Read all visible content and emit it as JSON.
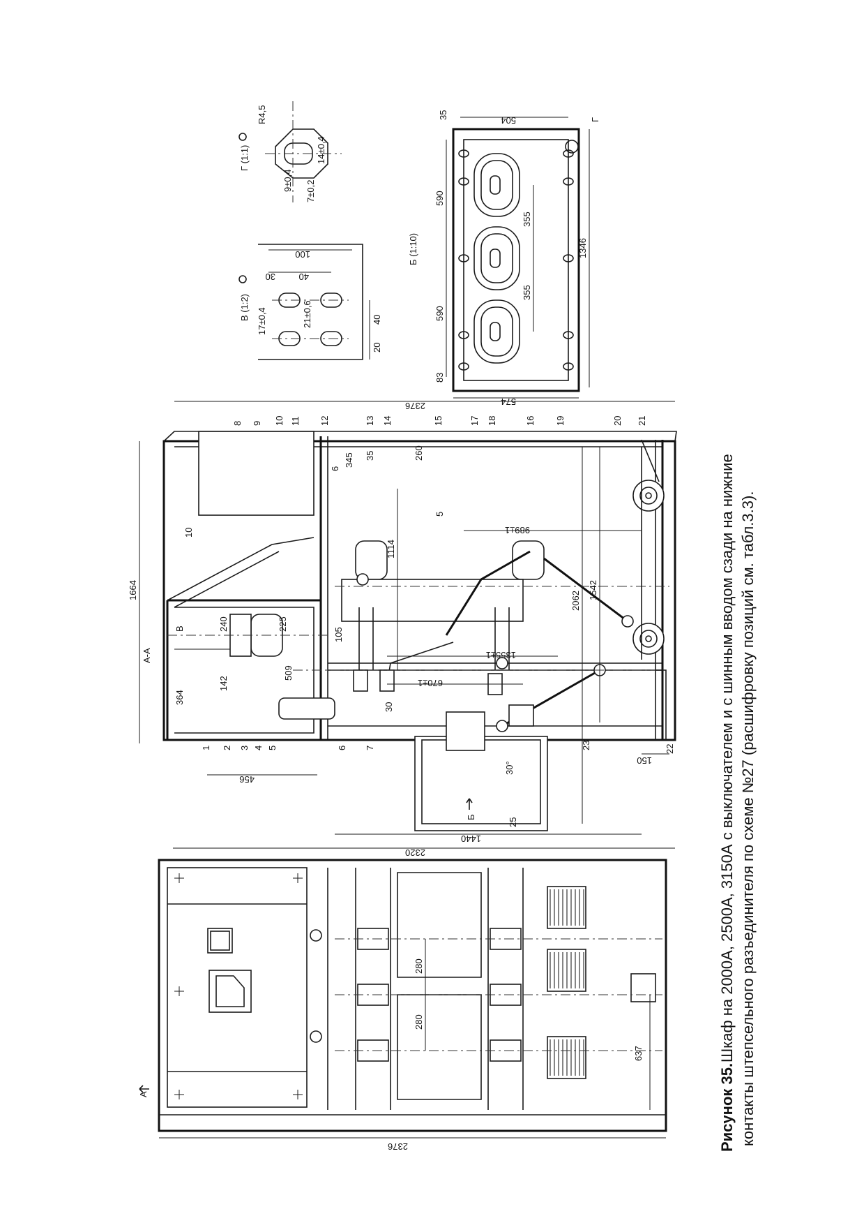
{
  "caption": {
    "label": "Рисунок 35.",
    "line1": "Шкаф на 2000А, 2500А, 3150А с выключателем и с шинным вводом сзади на нижние",
    "line2": "контакты штепсельного разъединителя по схеме №27 (расшифровку позиций см. табл.3.3)."
  },
  "views": {
    "section_aa": "А-А",
    "view_v": "В (1:2)",
    "view_g": "Г (1:1)",
    "view_b": "Б (1:10)",
    "marker_a": "А",
    "marker_b": "Б",
    "marker_v": "В",
    "marker_g": "Г"
  },
  "front_view": {
    "dimensions": [
      "2376",
      "637",
      "280",
      "280"
    ]
  },
  "section_view": {
    "dimensions": [
      "1664",
      "2376",
      "2320",
      "1440",
      "456",
      "364",
      "142",
      "240",
      "225",
      "509",
      "105",
      "30",
      "345",
      "35",
      "260",
      "6",
      "5",
      "989±1",
      "1114",
      "1355±1",
      "670±1",
      "2062",
      "1542",
      "150",
      "30°"
    ],
    "positions": [
      "1",
      "2",
      "3",
      "4",
      "5",
      "6",
      "7",
      "8",
      "9",
      "10",
      "10",
      "11",
      "12",
      "13",
      "14",
      "15",
      "16",
      "17",
      "18",
      "19",
      "20",
      "21",
      "22",
      "23",
      "25"
    ]
  },
  "view_v": {
    "dimensions": [
      "100",
      "30",
      "40",
      "17±0,4",
      "21±0,6",
      "40",
      "20"
    ]
  },
  "view_g": {
    "dimensions": [
      "R4,5",
      "14±0,4",
      "9±0,4",
      "7±0,2"
    ]
  },
  "view_b": {
    "dimensions": [
      "504",
      "35",
      "590",
      "590",
      "355",
      "355",
      "1346",
      "83",
      "574"
    ]
  }
}
